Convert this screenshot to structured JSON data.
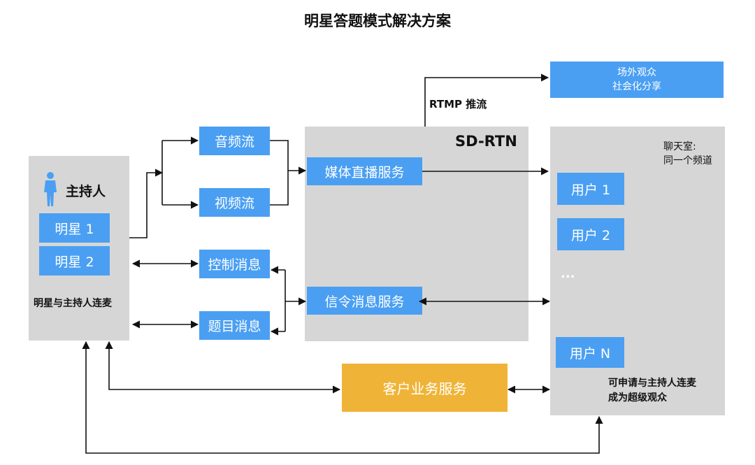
{
  "title": "明星答题模式解决方案",
  "host_panel": {
    "host_label": "主持人",
    "stars": [
      "明星 1",
      "明星 2"
    ],
    "caption": "明星与主持人连麦"
  },
  "streams": {
    "audio": "音频流",
    "video": "视频流"
  },
  "messages": {
    "control": "控制消息",
    "question": "题目消息"
  },
  "sdrtn": {
    "label": "SD-RTN",
    "media_service": "媒体直播服务",
    "signal_service": "信令消息服务"
  },
  "rtmp_label": "RTMP 推流",
  "offsite": {
    "line1": "场外观众",
    "line2": "社会化分享"
  },
  "chat_panel": {
    "heading_line1": "聊天室:",
    "heading_line2": "同一个频道",
    "users": [
      "用户 1",
      "用户 2",
      "用户 N"
    ],
    "ellipsis": "...",
    "note_line1": "可申请与主持人连麦",
    "note_line2": "成为超级观众"
  },
  "business_service": "客户业务服务",
  "colors": {
    "blue": "#4a9ff2",
    "orange": "#efb437",
    "panel": "#d6d6d6"
  }
}
